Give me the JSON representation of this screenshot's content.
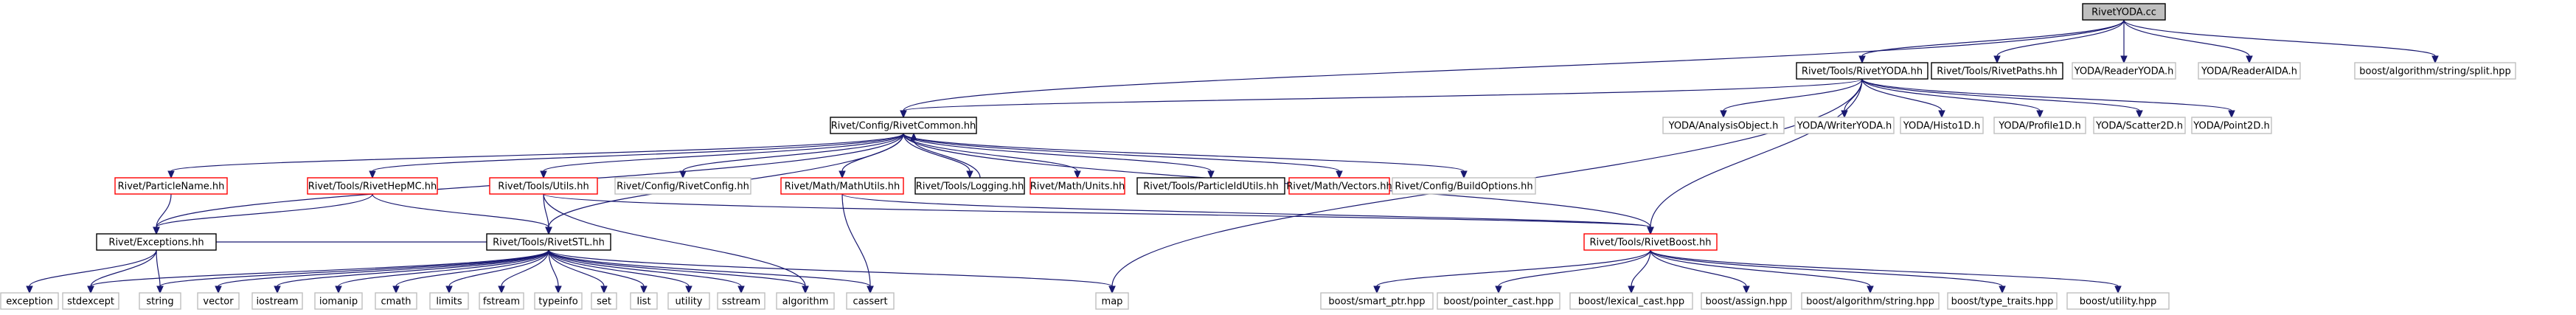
{
  "colors": {
    "edge": "#191970",
    "root_fill": "#bfbfbf",
    "border_documented": "#000000",
    "border_undocumented": "#ff0000",
    "border_external": "#bfbfbf",
    "text": "#000000"
  },
  "nodes": {
    "rivetyoda_cc": "RivetYODA.cc",
    "tools_rivetyoda_hh": "Rivet/Tools/RivetYODA.hh",
    "tools_rivetpaths_hh": "Rivet/Tools/RivetPaths.hh",
    "yoda_readeryoda_h": "YODA/ReaderYODA.h",
    "yoda_readeraida_h": "YODA/ReaderAIDA.h",
    "boost_split_hpp": "boost/algorithm/string/split.hpp",
    "config_rivetcommon_hh": "Rivet/Config/RivetCommon.hh",
    "yoda_analysisobject_h": "YODA/AnalysisObject.h",
    "yoda_writeryoda_h": "YODA/WriterYODA.h",
    "yoda_histo1d_h": "YODA/Histo1D.h",
    "yoda_profile1d_h": "YODA/Profile1D.h",
    "yoda_scatter2d_h": "YODA/Scatter2D.h",
    "yoda_point2d_h": "YODA/Point2D.h",
    "particlename_hh": "Rivet/ParticleName.hh",
    "tools_rivethepmc_hh": "Rivet/Tools/RivetHepMC.hh",
    "tools_utils_hh": "Rivet/Tools/Utils.hh",
    "config_rivetconfig_hh": "Rivet/Config/RivetConfig.hh",
    "math_mathutils_hh": "Rivet/Math/MathUtils.hh",
    "tools_logging_hh": "Rivet/Tools/Logging.hh",
    "math_units_hh": "Rivet/Math/Units.hh",
    "tools_particleidutils_hh": "Rivet/Tools/ParticleIdUtils.hh",
    "math_vectors_hh": "Rivet/Math/Vectors.hh",
    "config_buildoptions_hh": "Rivet/Config/BuildOptions.hh",
    "exceptions_hh": "Rivet/Exceptions.hh",
    "tools_rivetstl_hh": "Rivet/Tools/RivetSTL.hh",
    "tools_rivetboost_hh": "Rivet/Tools/RivetBoost.hh",
    "exception": "exception",
    "stdexcept": "stdexcept",
    "string": "string",
    "vector": "vector",
    "iostream": "iostream",
    "iomanip": "iomanip",
    "cmath": "cmath",
    "limits": "limits",
    "fstream": "fstream",
    "typeinfo": "typeinfo",
    "set": "set",
    "list": "list",
    "utility": "utility",
    "sstream": "sstream",
    "algorithm": "algorithm",
    "cassert": "cassert",
    "map": "map",
    "boost_smart_ptr_hpp": "boost/smart_ptr.hpp",
    "boost_pointer_cast_hpp": "boost/pointer_cast.hpp",
    "boost_lexical_cast_hpp": "boost/lexical_cast.hpp",
    "boost_assign_hpp": "boost/assign.hpp",
    "boost_algorithm_string_hpp": "boost/algorithm/string.hpp",
    "boost_type_traits_hpp": "boost/type_traits.hpp",
    "boost_utility_hpp": "boost/utility.hpp"
  }
}
